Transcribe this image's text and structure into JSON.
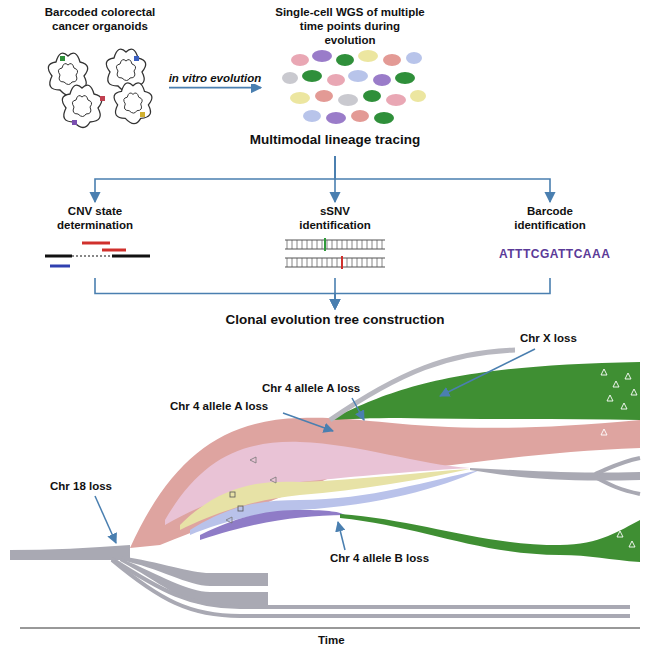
{
  "diagram": {
    "nodes": [
      {
        "text": [
          "Barcoded colorectal cancer organoids"
        ]
      },
      {
        "text": [
          "Single-cell WGS of multiple time points during evolution"
        ]
      },
      {
        "text": [
          "Multimodal lineage tracing"
        ]
      },
      {
        "text": [
          "CNV state determination"
        ]
      },
      {
        "text": [
          "sSNV identification"
        ]
      },
      {
        "text": [
          "Barcode identification",
          "ATTTCGATTCAAA"
        ]
      },
      {
        "text": [
          "Clonal evolution tree construction"
        ]
      }
    ],
    "edges": [
      {
        "from": 0,
        "to": 1,
        "arrow": "to",
        "label": "in vitro evolution"
      },
      {
        "from": 2,
        "to": 3,
        "arrow": "to"
      },
      {
        "from": 2,
        "to": 4,
        "arrow": "to"
      },
      {
        "from": 2,
        "to": 5,
        "arrow": "to"
      },
      {
        "from": 3,
        "to": 6,
        "arrow": "to"
      },
      {
        "from": 4,
        "to": 6,
        "arrow": "to"
      },
      {
        "from": 5,
        "to": 6,
        "arrow": "to"
      }
    ],
    "labels": [
      "Chr X loss",
      "Chr 4 allele A loss",
      "Chr 4 allele A loss",
      "Chr 18 loss",
      "Chr 4 allele B loss",
      "Time"
    ]
  }
}
